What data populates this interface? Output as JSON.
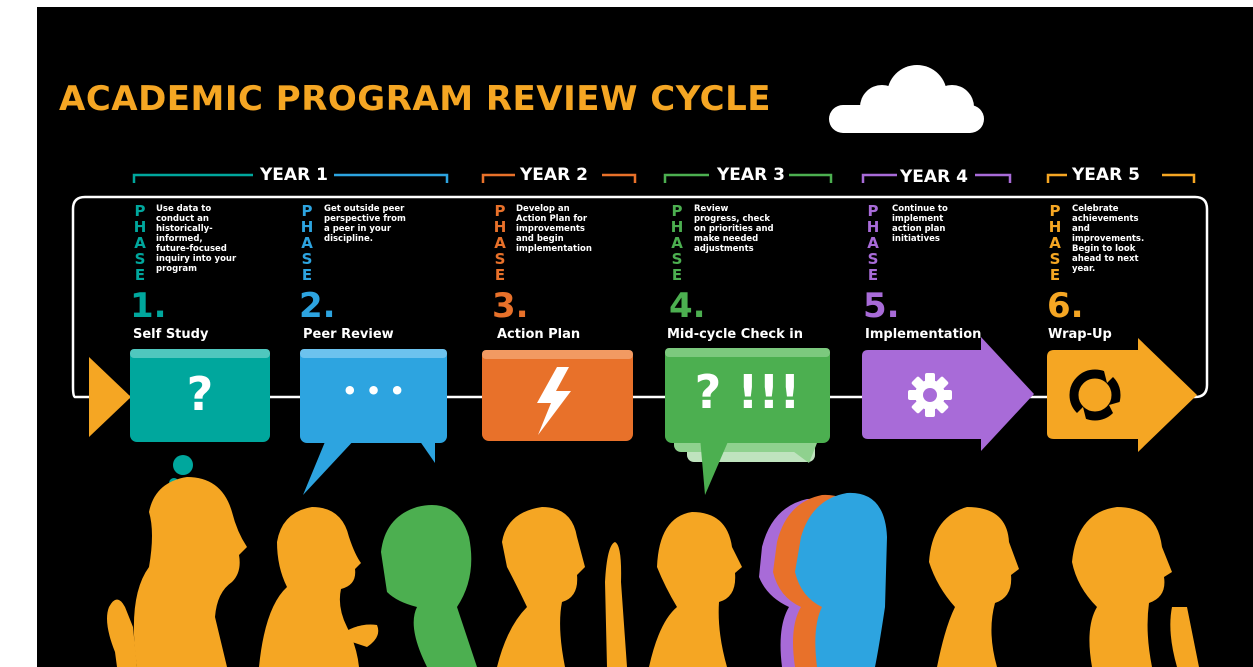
{
  "title": "ACADEMIC PROGRAM REVIEW CYCLE",
  "colors": {
    "teal": "#00A79D",
    "blue": "#2DA4E0",
    "orange": "#E8712A",
    "green": "#4CAF50",
    "purple": "#A86BD8",
    "gold": "#F5A623",
    "background": "#000000"
  },
  "years": [
    {
      "label": "YEAR 1"
    },
    {
      "label": "YEAR 2"
    },
    {
      "label": "YEAR 3"
    },
    {
      "label": "YEAR 4"
    },
    {
      "label": "YEAR 5"
    }
  ],
  "phases": [
    {
      "word": "PHASE",
      "number": "1.",
      "name": "Self Study",
      "description": "Use data to conduct an historically-informed, future-focused inquiry into your program",
      "icon": "question-mark-icon",
      "glyph": "?",
      "color": "#00A79D"
    },
    {
      "word": "PHASE",
      "number": "2.",
      "name": "Peer Review",
      "description": "Get outside peer perspective from a peer in your discipline.",
      "icon": "ellipsis-icon",
      "glyph": "• • •",
      "color": "#2DA4E0"
    },
    {
      "word": "PHASE",
      "number": "3.",
      "name": "Action Plan",
      "description": "Develop an Action Plan for improvements and begin implementation",
      "icon": "lightning-icon",
      "glyph": "",
      "color": "#E8712A"
    },
    {
      "word": "PHASE",
      "number": "4.",
      "name": "Mid-cycle Check in",
      "description": "Review progress, check on priorities and make needed adjustments",
      "icon": "question-exclamation-icon",
      "glyph": "? !!!",
      "color": "#4CAF50"
    },
    {
      "word": "PHASE",
      "number": "5.",
      "name": "Implementation",
      "description": "Continue to implement action plan initiatives",
      "icon": "gear-icon",
      "glyph": "",
      "color": "#A86BD8"
    },
    {
      "word": "PHASE",
      "number": "6.",
      "name": "Wrap-Up",
      "description": "Celebrate achievements and improvements. Begin to look ahead to next year.",
      "icon": "cycle-arrows-icon",
      "glyph": "",
      "color": "#F5A623"
    }
  ]
}
